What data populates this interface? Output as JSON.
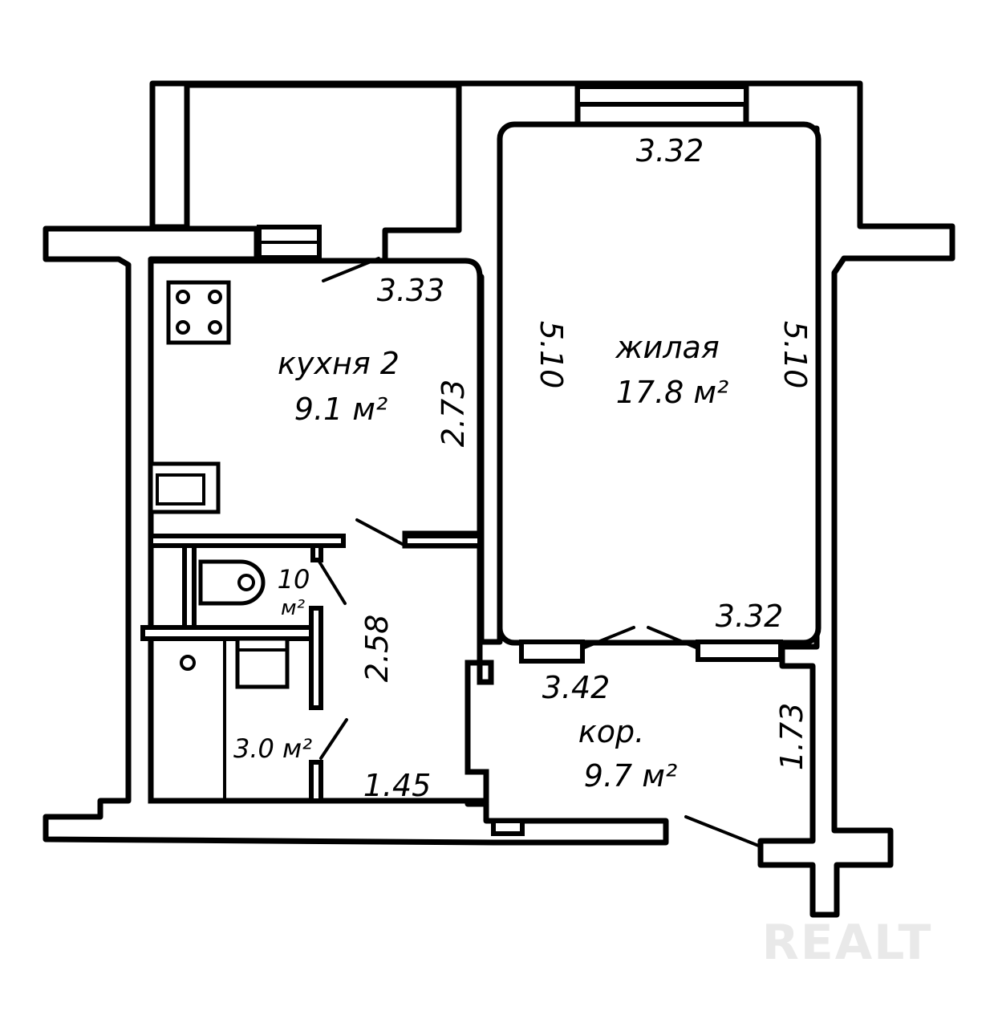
{
  "rooms": {
    "kitchen": {
      "name": "кухня 2",
      "area": "9.1 м²"
    },
    "living": {
      "name": "жилая",
      "area": "17.8 м²"
    },
    "corridor": {
      "name": "кор.",
      "area": "9.7 м²"
    },
    "toilet": {
      "area_num": "10",
      "area_unit": "м²"
    },
    "bath": {
      "area": "3.0 м²"
    }
  },
  "dimensions": {
    "living_top": "3.32",
    "living_left": "5.10",
    "living_right": "5.10",
    "living_bottom": "3.32",
    "kitchen_top": "3.33",
    "kitchen_side": "2.73",
    "hall_side": "2.58",
    "corridor_top": "3.42",
    "corridor_side": "1.73",
    "bath_bottom": "1.45"
  },
  "watermark": "REALT"
}
